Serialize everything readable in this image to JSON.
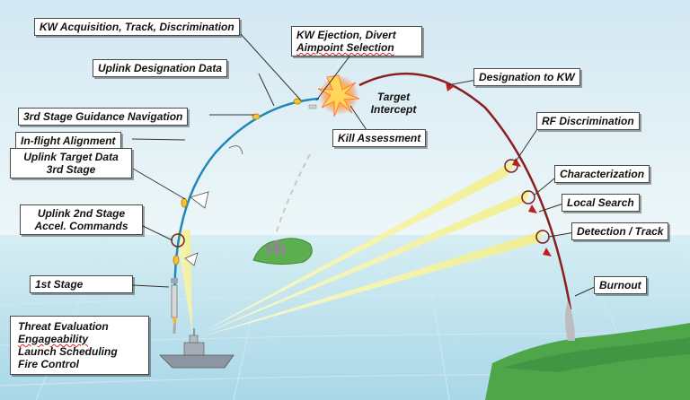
{
  "labels": {
    "kw_acquisition": "KW Acquisition, Track, Discrimination",
    "kw_ejection_1": "KW Ejection, Divert",
    "kw_ejection_2": "Aimpoint Selection",
    "uplink_designation": "Uplink Designation Data",
    "third_stage_guidance": "3rd Stage Guidance Navigation",
    "inflight_alignment": "In-flight Alignment",
    "uplink_target_1": "Uplink Target Data",
    "uplink_target_2": "3rd Stage",
    "uplink_2nd_1": "Uplink 2nd Stage",
    "uplink_2nd_2": "Accel. Commands",
    "first_stage": "1st Stage",
    "threat_1": "Threat Evaluation",
    "threat_2": "Engageability",
    "threat_3": "Launch Scheduling",
    "threat_4": "Fire Control",
    "target_intercept_1": "Target",
    "target_intercept_2": "Intercept",
    "kill_assessment": "Kill Assessment",
    "designation_to_kw": "Designation to KW",
    "rf_discrimination": "RF Discrimination",
    "characterization": "Characterization",
    "local_search": "Local Search",
    "detection_track": "Detection / Track",
    "burnout": "Burnout"
  },
  "colors": {
    "sky_top": "#cfe6f2",
    "sky_bottom": "#e4f2f6",
    "sea": "#bfe2ee",
    "land": "#4fa64a",
    "interceptor_path": "#1e88b8",
    "threat_path": "#8a1f1f",
    "radar_beam": "#f6f29a"
  }
}
